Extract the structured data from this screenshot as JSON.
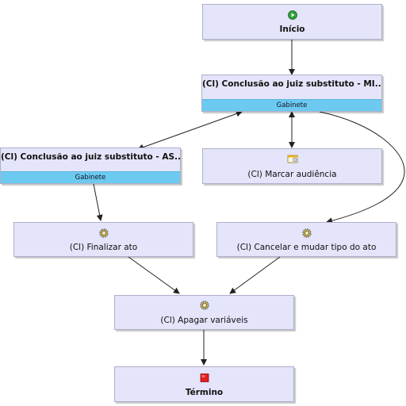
{
  "workflow": {
    "nodes": {
      "inicio": {
        "label": "Início",
        "icon": "start-play-icon"
      },
      "conclusao_mi": {
        "label": "(Cl) Conclusão ao juiz substituto - MI...",
        "swimlane": "Gabinete",
        "icon": "none"
      },
      "conclusao_as": {
        "label": "(Cl) Conclusão ao juiz substituto - AS...",
        "swimlane": "Gabinete",
        "icon": "none"
      },
      "marcar_audiencia": {
        "label": "(Cl) Marcar audiência",
        "icon": "calendar-icon"
      },
      "finalizar_ato": {
        "label": "(Cl) Finalizar ato",
        "icon": "gear-icon"
      },
      "cancelar_mudar": {
        "label": "(Cl) Cancelar e mudar tipo do ato",
        "icon": "gear-icon"
      },
      "apagar_variaveis": {
        "label": "(Cl) Apagar variáveis",
        "icon": "gear-icon"
      },
      "termino": {
        "label": "Término",
        "icon": "stop-icon"
      }
    },
    "colors": {
      "node_fill": "#e4e4fa",
      "node_border": "#aeb0cc",
      "swimlane": "#6ccaf0",
      "start_icon": "#2e9e3a",
      "stop_icon": "#e02020",
      "gear_icon": "#e8b020",
      "edge": "#222222"
    }
  }
}
